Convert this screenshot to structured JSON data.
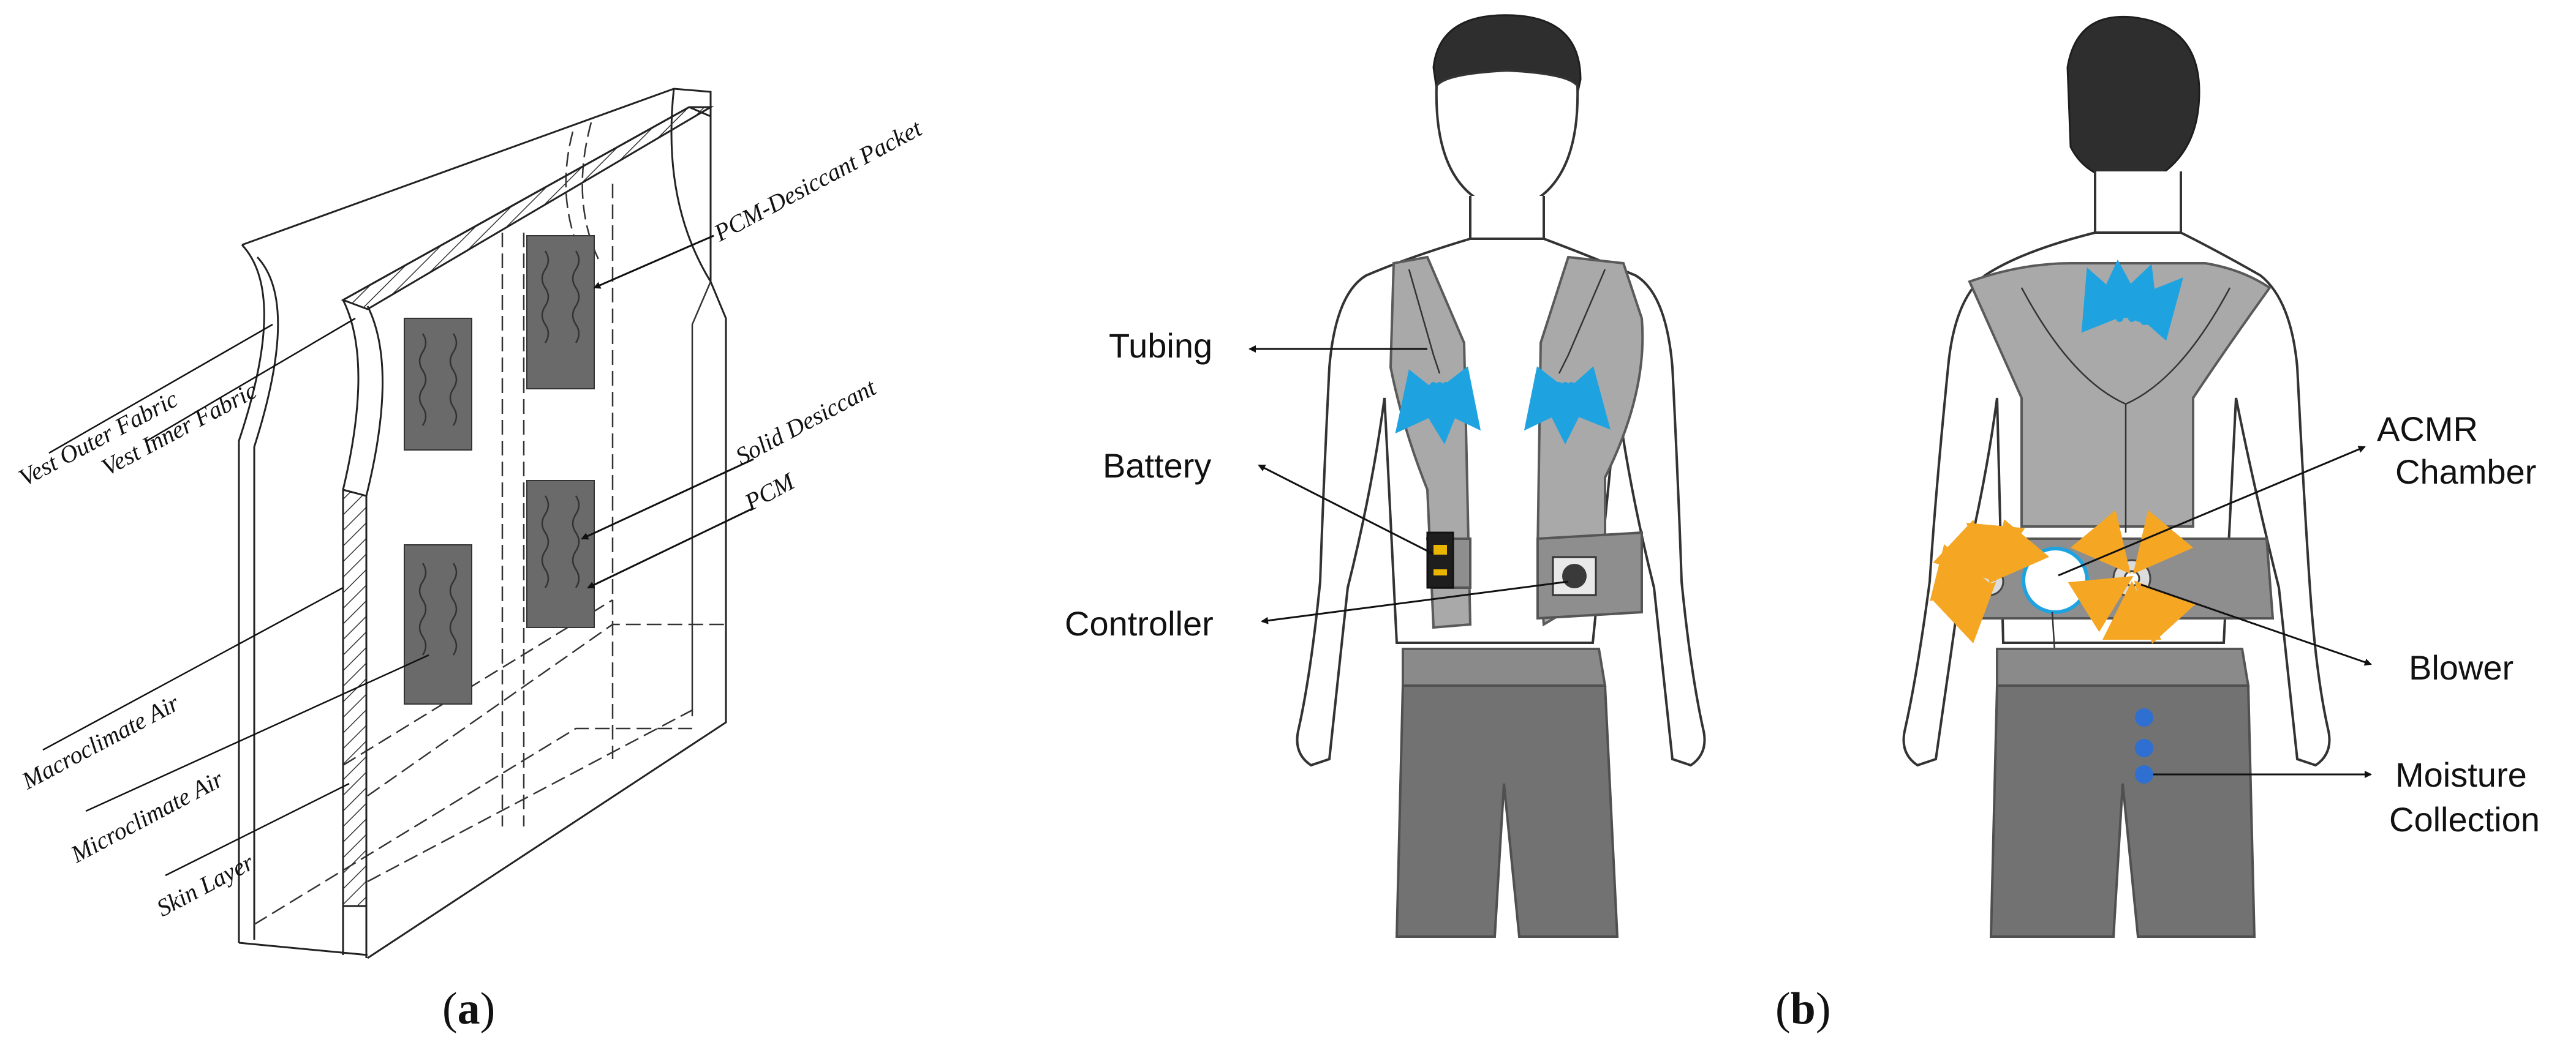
{
  "panel_a": {
    "caption_letter": "a",
    "labels": {
      "vest_outer_fabric": "Vest Outer Fabric",
      "vest_inner_fabric": "Vest Inner Fabric",
      "pcm_desiccant_packet": "PCM-Desiccant Packet",
      "solid_desiccant": "Solid Desiccant",
      "pcm": "PCM",
      "macroclimate_air": "Macroclimate Air",
      "microclimate_air": "Microclimate Air",
      "skin_layer": "Skin Layer"
    }
  },
  "panel_b": {
    "caption_letter": "b",
    "labels": {
      "tubing": "Tubing",
      "battery": "Battery",
      "controller": "Controller",
      "acmr_line1": "ACMR",
      "acmr_line2": "Chamber",
      "blower": "Blower",
      "moisture_line1": "Moisture",
      "moisture_line2": "Collection"
    }
  },
  "colors": {
    "airflow_arrows": "#1fa3e0",
    "heat_arrows": "#f5a623",
    "moisture_drops": "#2f6fd1",
    "vest": "#a9a9a9",
    "pants": "#727272"
  }
}
